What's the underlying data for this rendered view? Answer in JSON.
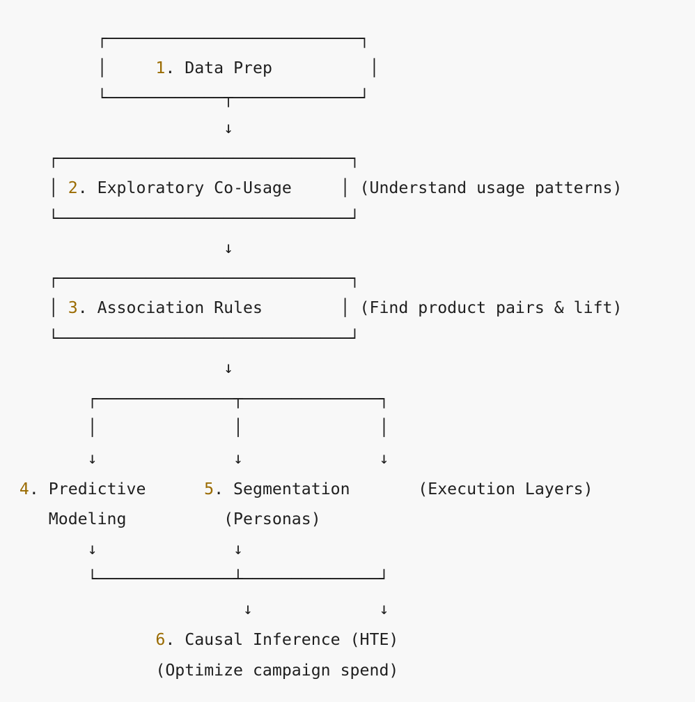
{
  "theme": {
    "text": "#1f1f1f",
    "number": "#9a6b00",
    "background": "#f8f8f8"
  },
  "lines": [
    [
      {
        "t": "          ┌──────────────────────────┐"
      }
    ],
    [
      {
        "t": "          │     "
      },
      {
        "t": "1",
        "n": true
      },
      {
        "t": ". Data Prep          │"
      }
    ],
    [
      {
        "t": "          └────────────┬─────────────┘"
      }
    ],
    [
      {
        "t": "                       ↓"
      }
    ],
    [
      {
        "t": "     ┌──────────────────────────────┐"
      }
    ],
    [
      {
        "t": "     │ "
      },
      {
        "t": "2",
        "n": true
      },
      {
        "t": ". Exploratory Co-Usage     │ (Understand usage patterns)"
      }
    ],
    [
      {
        "t": "     └──────────────────────────────┘"
      }
    ],
    [
      {
        "t": "                       ↓"
      }
    ],
    [
      {
        "t": "     ┌──────────────────────────────┐"
      }
    ],
    [
      {
        "t": "     │ "
      },
      {
        "t": "3",
        "n": true
      },
      {
        "t": ". Association Rules        │ (Find product pairs & lift)"
      }
    ],
    [
      {
        "t": "     └──────────────────────────────┘"
      }
    ],
    [
      {
        "t": "                       ↓"
      }
    ],
    [
      {
        "t": "         ┌──────────────┬──────────────┐"
      }
    ],
    [
      {
        "t": "         │              │              │"
      }
    ],
    [
      {
        "t": "         ↓              ↓              ↓"
      }
    ],
    [
      {
        "t": "  "
      },
      {
        "t": "4",
        "n": true
      },
      {
        "t": ". Predictive      "
      },
      {
        "t": "5",
        "n": true
      },
      {
        "t": ". Segmentation       (Execution Layers)"
      }
    ],
    [
      {
        "t": "     Modeling          (Personas)"
      }
    ],
    [
      {
        "t": "         ↓              ↓"
      }
    ],
    [
      {
        "t": "         └──────────────┴──────────────┘"
      }
    ],
    [
      {
        "t": "                         ↓             ↓"
      }
    ],
    [
      {
        "t": "                "
      },
      {
        "t": "6",
        "n": true
      },
      {
        "t": ". Causal Inference (HTE)"
      }
    ],
    [
      {
        "t": "                (Optimize campaign spend)"
      }
    ]
  ]
}
